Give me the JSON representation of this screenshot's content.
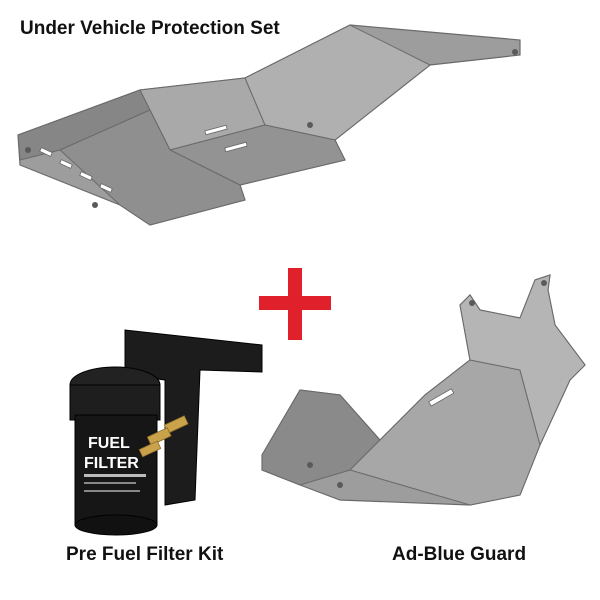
{
  "labels": {
    "top_title": "Under Vehicle Protection Set",
    "bottom_left": "Pre Fuel Filter Kit",
    "bottom_right": "Ad-Blue Guard"
  },
  "products": {
    "fuel_filter_text_line1": "FUEL",
    "fuel_filter_text_line2": "FILTER"
  },
  "colors": {
    "plate": "#9a9a9a",
    "plate_dark": "#6f6f6f",
    "plus": "#e0202a",
    "filter_black": "#1a1a1a",
    "brass": "#c9a24a"
  }
}
